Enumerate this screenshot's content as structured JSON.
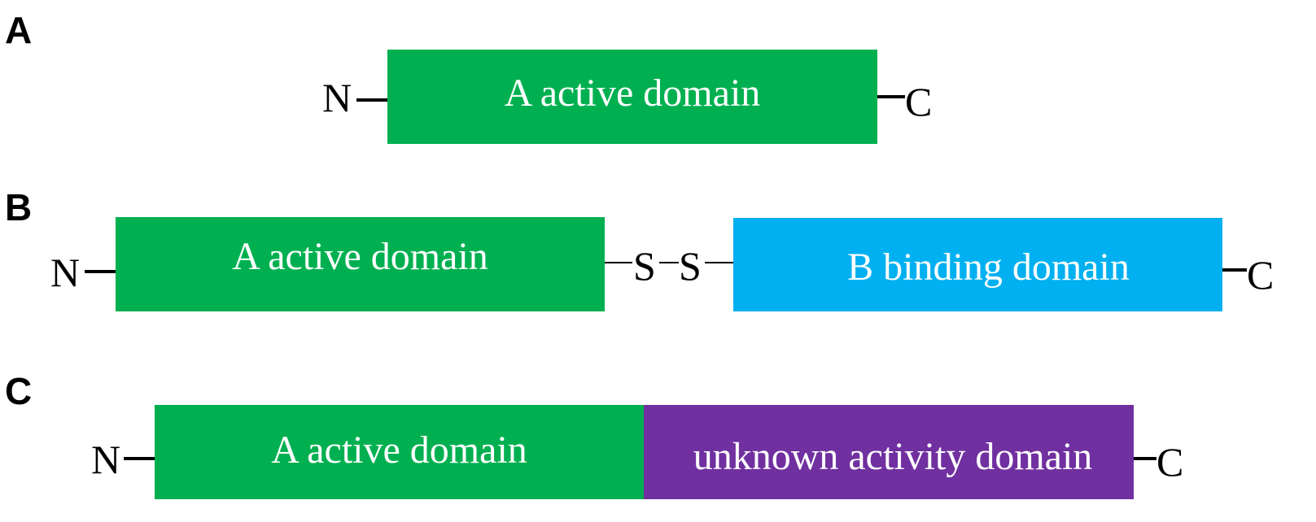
{
  "colors": {
    "active_domain": "#00b050",
    "binding_domain": "#00b0f0",
    "unknown_domain": "#7030a0",
    "text_on_domain": "#ffffff"
  },
  "panels": [
    {
      "label": "A",
      "n_terminus": "N",
      "c_terminus": "C",
      "domains": [
        {
          "label": "A active domain"
        }
      ]
    },
    {
      "label": "B",
      "n_terminus": "N",
      "c_terminus": "C",
      "disulfide": [
        "S",
        "S"
      ],
      "domains": [
        {
          "label": "A active domain"
        },
        {
          "label": "B binding domain"
        }
      ]
    },
    {
      "label": "C",
      "n_terminus": "N",
      "c_terminus": "C",
      "domains": [
        {
          "label": "A active domain"
        },
        {
          "label": "unknown activity domain"
        }
      ]
    }
  ]
}
